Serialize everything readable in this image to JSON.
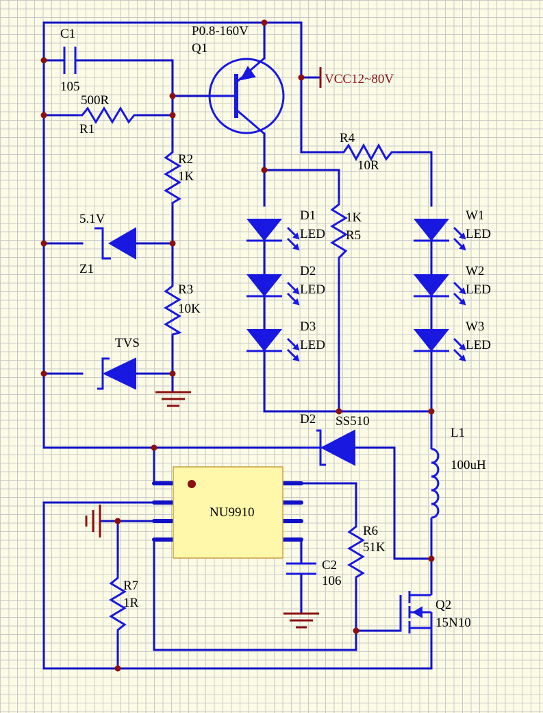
{
  "labels": {
    "c1_name": "C1",
    "c1_value": "105",
    "q1_value": "P0.8-160V",
    "q1_name": "Q1",
    "vcc": "VCC12~80V",
    "r1_value": "500R",
    "r1_name": "R1",
    "r2_name": "R2",
    "r2_value": "1K",
    "r3_name": "R3",
    "r3_value": "10K",
    "z1_value": "5.1V",
    "z1_name": "Z1",
    "tvs": "TVS",
    "r4_name": "R4",
    "r4_value": "10R",
    "d1_name": "D1",
    "d1_value": "LED",
    "d2_name": "D2",
    "d2_value": "LED",
    "d3_name": "D3",
    "d3_value": "LED",
    "r5_value": "1K",
    "r5_name": "R5",
    "w1_name": "W1",
    "w1_value": "LED",
    "w2_name": "W2",
    "w2_value": "LED",
    "w3_name": "W3",
    "w3_value": "LED",
    "d2s_name": "D2",
    "d2s_value": "SS510",
    "l1_name": "L1",
    "l1_value": "100uH",
    "ic_name": "NU9910",
    "r6_name": "R6",
    "r6_value": "51K",
    "c2_name": "C2",
    "c2_value": "106",
    "r7_name": "R7",
    "r7_value": "1R",
    "q2_name": "Q2",
    "q2_value": "15N10"
  },
  "colors": {
    "background": "#fbfbe6",
    "grid": "#c9c9c9",
    "wire": "#1010c8",
    "junction": "#8b1010",
    "chip_fill": "#fff7aa"
  }
}
